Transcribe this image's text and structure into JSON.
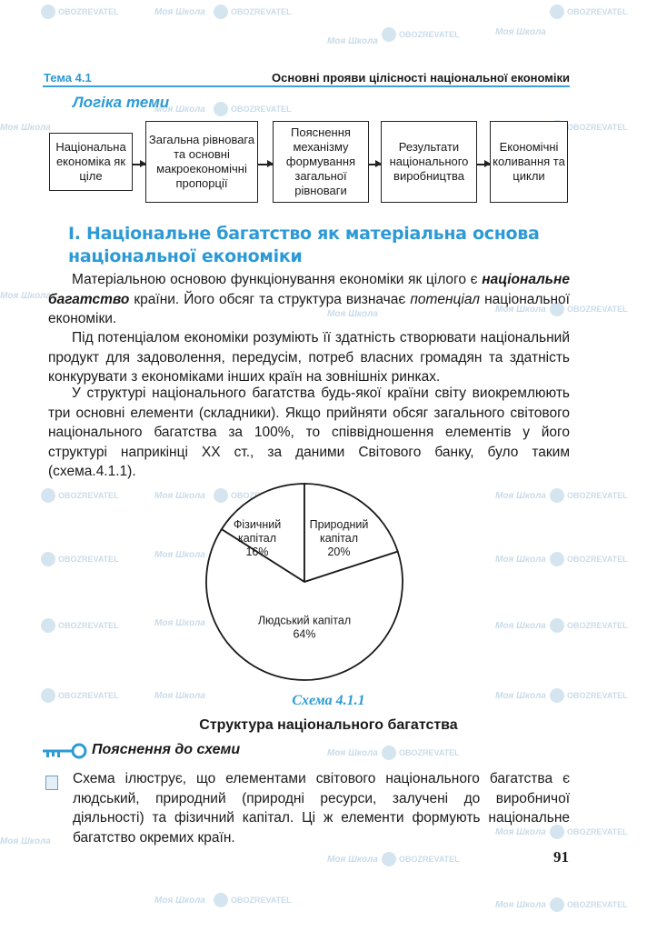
{
  "header": {
    "topic": "Тема 4.1",
    "title": "Основні прояви цілісності національної економіки"
  },
  "logic_heading": "Логіка теми",
  "flow": [
    "Національна економіка як ціле",
    "Загальна рівновага та основні макроекономічні пропорції",
    "Пояснення механізму формування загальної рівноваги",
    "Результати національного виробництва",
    "Економічні коливання та цикли"
  ],
  "section": {
    "number": "І.",
    "title": "Національне багатство як матеріальна основа національної економіки"
  },
  "paragraphs": {
    "p1_a": "Матеріальною основою функціонування економіки як цілого є ",
    "p1_b": "національне багатство",
    "p1_c": " країни. Його обсяг та структура визначає ",
    "p1_d": "потенціал",
    "p1_e": " національної економіки.",
    "p2": "Під потенціалом економіки розуміють її здатність створювати національний продукт для задоволення, передусім, потреб власних громадян та здатність конкурувати з економіками інших країн на зовнішніх ринках.",
    "p3": "У структурі національного багатства будь-якої країни світу виокремлюють три основні елементи (складники). Якщо прийняти обсяг загального світового національного багатства за 100%, то співвідношення елементів у його структурі наприкінці XX ст., за даними Світового банку, було таким (схема.4.1.1)."
  },
  "chart_data": {
    "type": "pie",
    "slices": [
      {
        "label": "Фізичний капітал",
        "value": 16,
        "value_label": "16%"
      },
      {
        "label": "Природний капітал",
        "value": 20,
        "value_label": "20%"
      },
      {
        "label": "Людський капітал",
        "value": 64,
        "value_label": "64%"
      }
    ]
  },
  "scheme": {
    "caption": "Схема 4.1.1",
    "title": "Структура національного багатства"
  },
  "explanation": {
    "heading": "Пояснення до схеми",
    "text": "Схема ілюструє, що елементами світового національного багатства є людський, природний (природні ресурси, залучені до виробничої діяльності) та фізичний капітал. Ці ж елементи формують національне багатство окремих країн."
  },
  "page_number": "91",
  "watermarks": {
    "school": "Моя Школа",
    "obozrevatel": "OBOZREVATEL"
  }
}
